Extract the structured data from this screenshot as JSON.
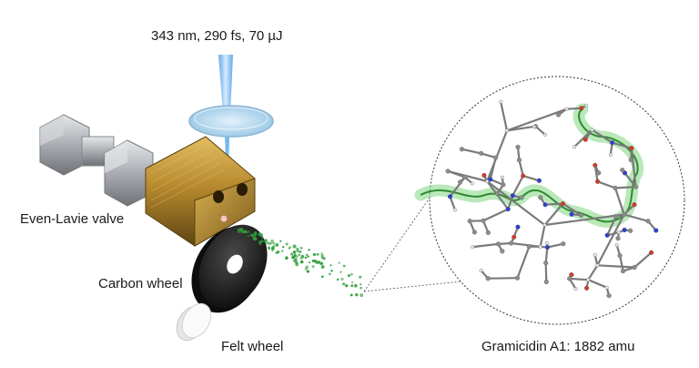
{
  "labels": {
    "laser": "343 nm, 290 fs, 70 µJ",
    "valve": "Even-Lavie valve",
    "carbon_wheel": "Carbon wheel",
    "felt_wheel": "Felt wheel",
    "molecule": "Gramicidin A1: 1882 amu"
  },
  "colors": {
    "laser_beam": "#5aa9f0",
    "valve_brass": "#b88a2e",
    "steel": "#b9bcc0",
    "carbon": "#2a2a2a",
    "particles": "#2e9e3a",
    "backbone": "#7fd67f"
  }
}
